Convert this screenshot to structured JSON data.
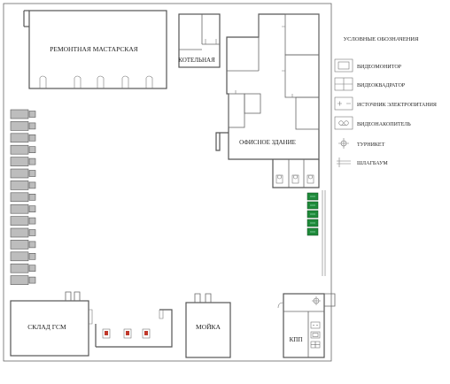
{
  "rooms": {
    "workshop": "РЕМОНТНАЯ МАСТАРСКАЯ",
    "boiler": "КОТЕЛЬНАЯ",
    "office": "ОФИСНОЕ ЗДАНИЕ",
    "fuel": "СКЛАД ГСМ",
    "wash": "МОЙКА",
    "checkpoint": "КПП"
  },
  "legend": {
    "title": "УСЛОВНЫЕ ОБОЗНАЧЕНИЯ",
    "items": [
      {
        "icon": "video-monitor-icon",
        "label": "ВИДЕОМОНИТОР"
      },
      {
        "icon": "video-quad-icon",
        "label": "ВИДЕОКВАДРАТОР"
      },
      {
        "icon": "power-supply-icon",
        "label": "ИСТОЧНИК ЭЛЕКТРОПИТАНИЯ"
      },
      {
        "icon": "video-recorder-icon",
        "label": "ВИДЕОНАКОПИТЕЛЬ"
      },
      {
        "icon": "turnstile-icon",
        "label": "ТУРНИКЕТ"
      },
      {
        "icon": "barrier-icon",
        "label": "ШЛАГБАУМ"
      }
    ]
  },
  "colors": {
    "wall": "#555555",
    "vehicle_fill": "#bdbdbd",
    "equipment_green": "#1f8a3a",
    "pump_red": "#c0392b"
  }
}
